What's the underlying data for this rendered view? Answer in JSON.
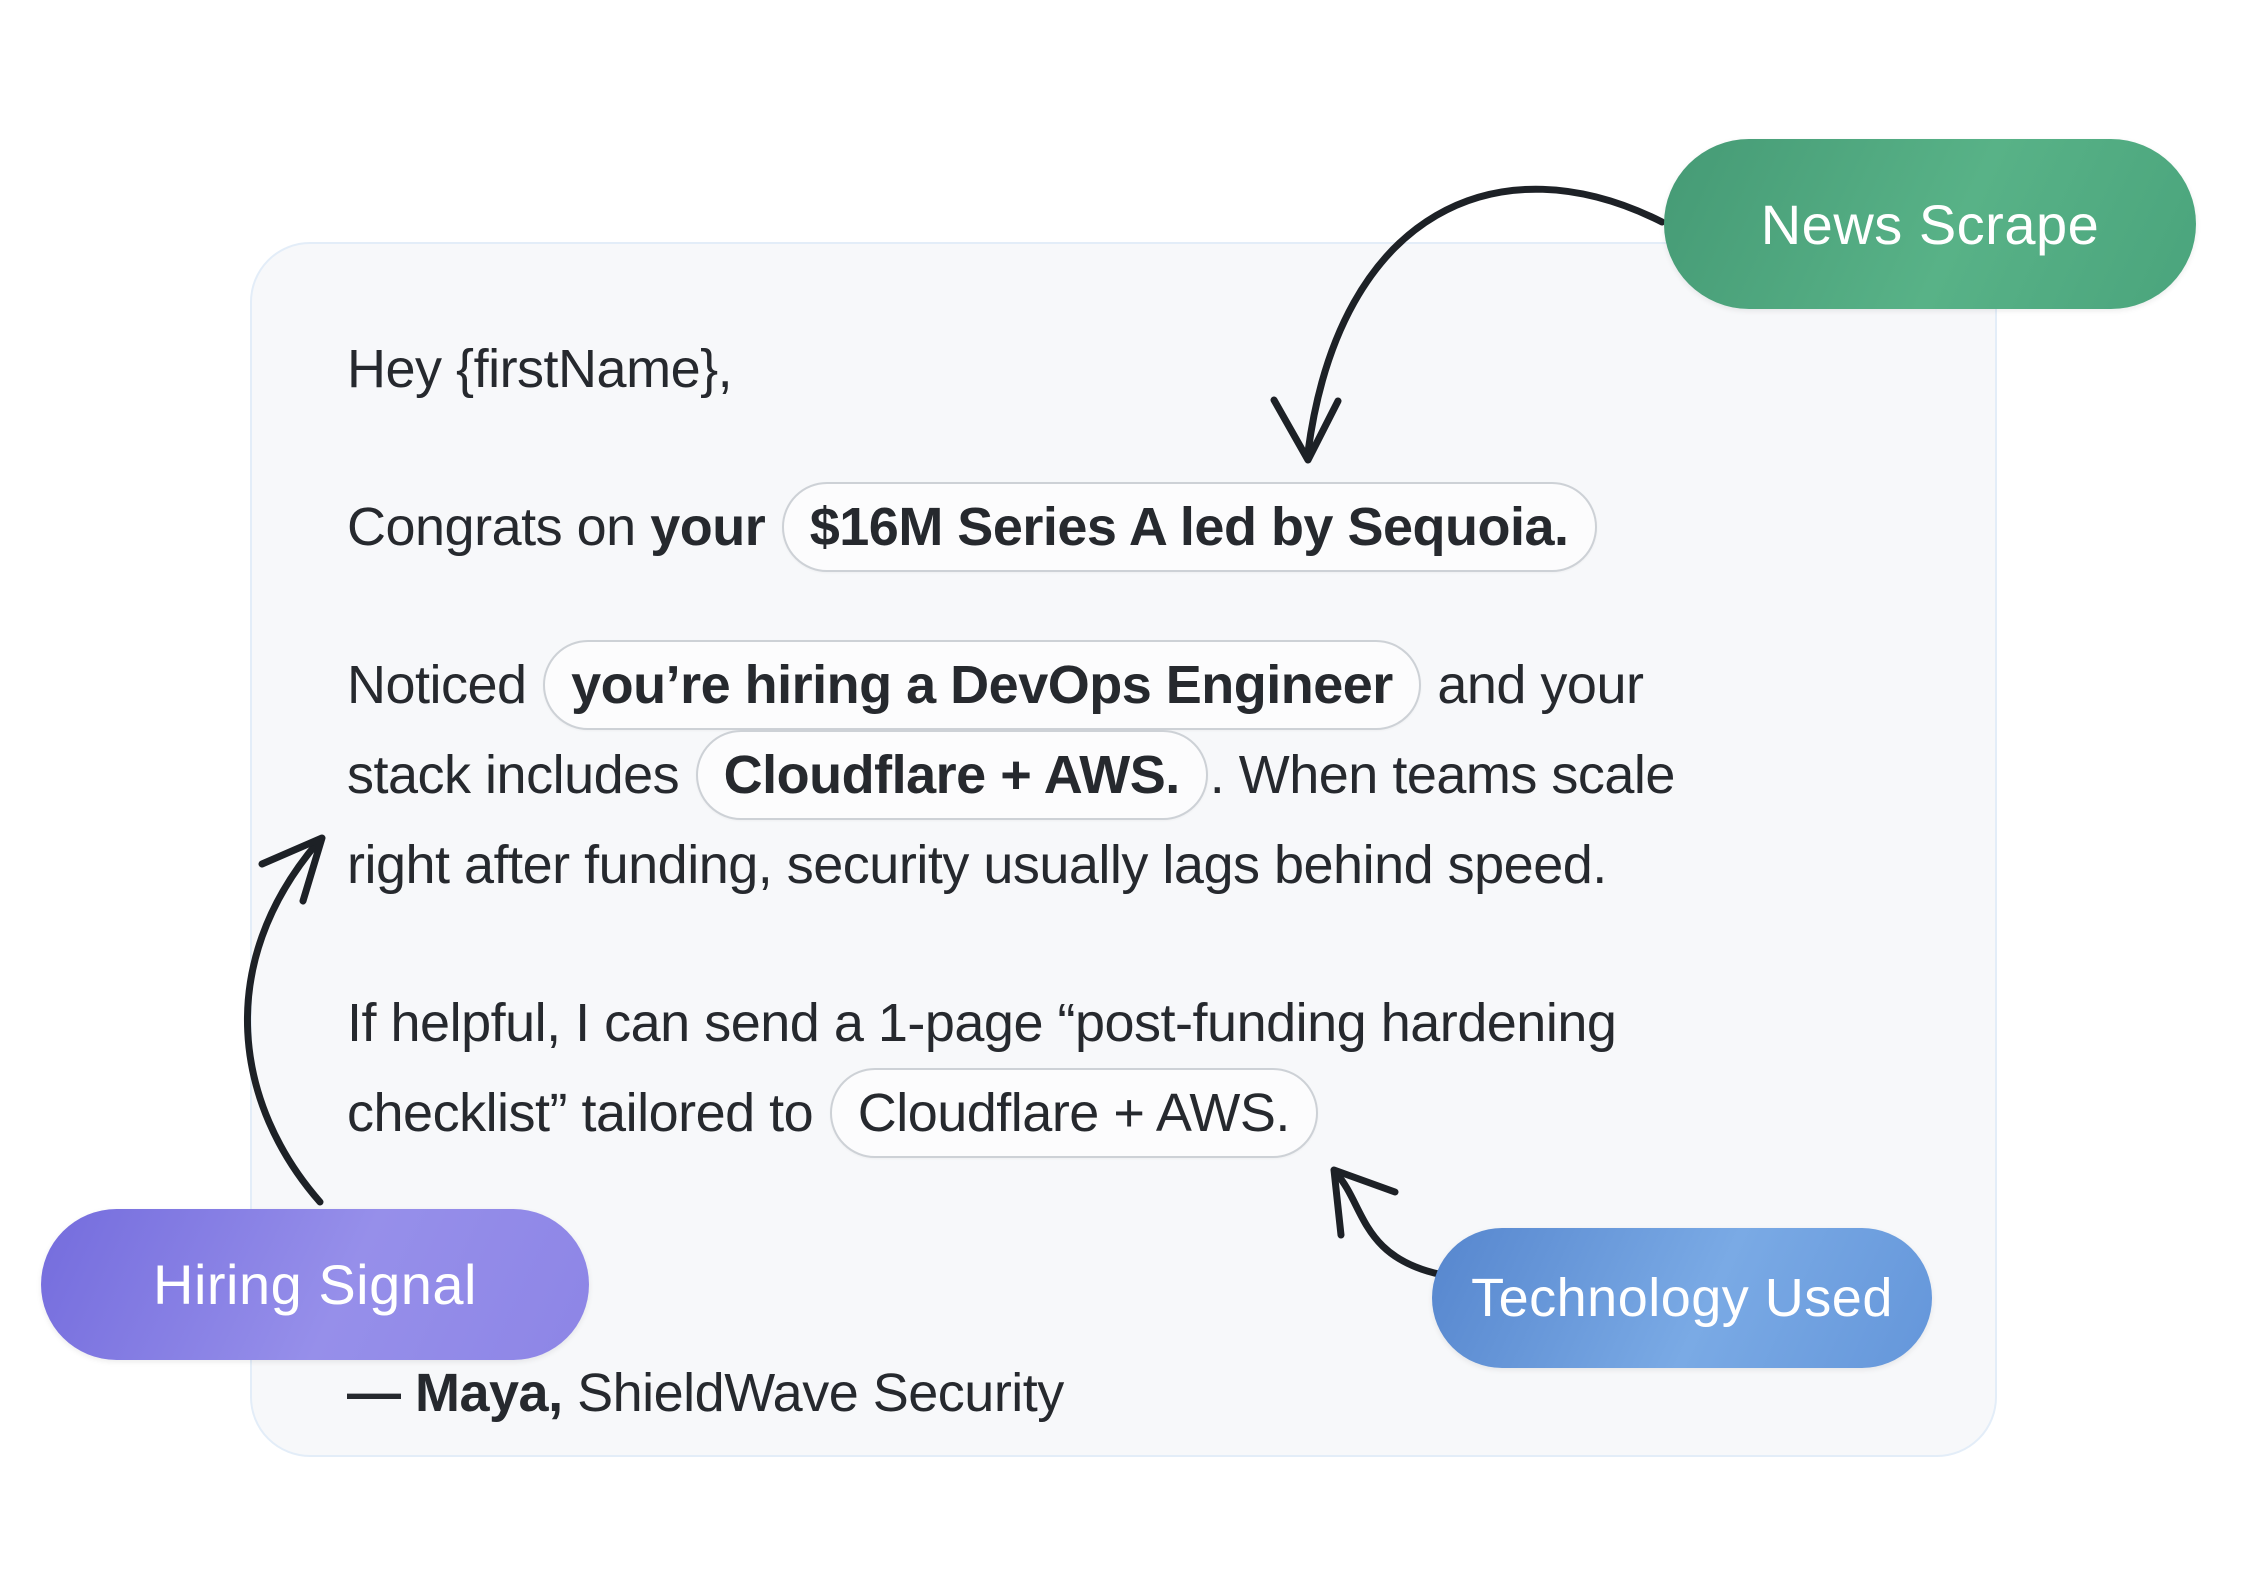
{
  "page": {
    "background": "#ffffff",
    "card_background": "#f7f8fa",
    "card_border": "#e3edf8",
    "text_color": "#26292e",
    "highlight_border": "#cdd1d6",
    "arrow_color": "#1d2126"
  },
  "email": {
    "paragraphs": [
      {
        "lines": [
          [
            {
              "text": "Hey {firstName},"
            }
          ]
        ]
      },
      {
        "lines": [
          [
            {
              "text": "Congrats on "
            },
            {
              "text": "your ",
              "bold": true
            },
            {
              "text": "$16M Series A led by Sequoia.",
              "bold": true,
              "pill": true
            }
          ]
        ]
      },
      {
        "lines": [
          [
            {
              "text": "Noticed "
            },
            {
              "text": "you’re hiring a DevOps Engineer",
              "bold": true,
              "pill": true
            },
            {
              "text": " and your"
            }
          ],
          [
            {
              "text": "stack includes "
            },
            {
              "text": "Cloudflare + AWS.",
              "bold": true,
              "pill": true
            },
            {
              "text": ". When teams scale"
            }
          ],
          [
            {
              "text": "right after funding, security usually lags behind speed."
            }
          ]
        ]
      },
      {
        "lines": [
          [
            {
              "text": "If helpful, I can send a 1-page “post-funding hardening"
            }
          ],
          [
            {
              "text": "checklist” tailored to "
            },
            {
              "text": "Cloudflare + AWS.",
              "pill": true
            }
          ]
        ]
      }
    ],
    "signature": {
      "name": "— Maya,",
      "company": " ShieldWave Security"
    }
  },
  "badges": [
    {
      "label": "News Scrape",
      "color_start": "#459a75",
      "color_mid": "#58b287",
      "color_end": "#4aa47c"
    },
    {
      "label": "Hiring Signal",
      "color_start": "#746cdd",
      "color_mid": "#968fea",
      "color_end": "#8d85e6"
    },
    {
      "label": "Technology Used",
      "color_start": "#5686ce",
      "color_mid": "#7aaae5",
      "color_end": "#6496da"
    }
  ]
}
